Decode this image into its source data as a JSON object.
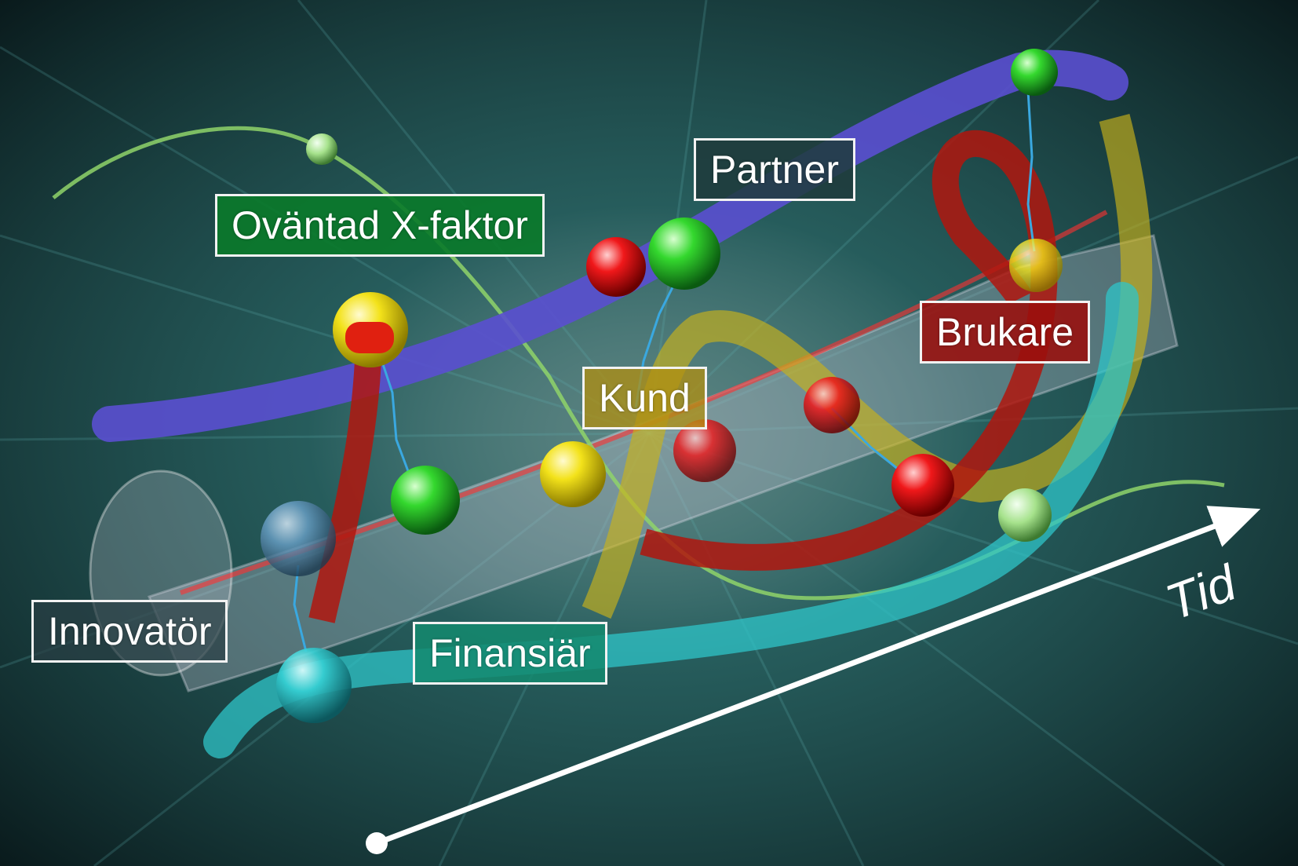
{
  "diagram": {
    "labels": {
      "partner": "Partner",
      "x_factor": "Oväntad X-faktor",
      "kund": "Kund",
      "brukare": "Brukare",
      "innovator": "Innovatör",
      "finansiar": "Finansiär",
      "time_axis": "Tid"
    },
    "colors": {
      "background": "#0b1a1c",
      "partner_tube": "#5a4fd0",
      "x_factor_line": "#8fd46a",
      "kund_tube": "#c9b21a",
      "brukare_tube": "#b0160e",
      "innovator_tube": "#c8c8d8",
      "finansiar_tube": "#2fc4c8",
      "box_partner": "#1e3b3c",
      "box_x_factor": "#0a7a2a",
      "box_kund": "#b08f10",
      "box_brukare": "#9a0f0c",
      "box_innovator": "#2a3e44",
      "box_finansiar": "#148a6e"
    }
  }
}
